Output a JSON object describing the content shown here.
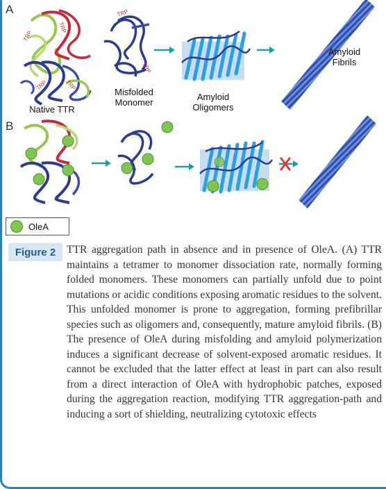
{
  "figure": {
    "panels": {
      "a": "A",
      "b": "B"
    },
    "labels": {
      "native_ttr": "Native TTR",
      "misfolded_line1": "Misfolded",
      "misfolded_line2": "Monomer",
      "oligomers_line1": "Amyloid",
      "oligomers_line2": "Oligomers",
      "fibrils_line1": "Amyloid",
      "fibrils_line2": "Fibrils"
    },
    "residue_tag": "TRP",
    "legend": {
      "text": "OleA"
    },
    "colors": {
      "protein_blue": "#2a3b96",
      "protein_red": "#c8283c",
      "protein_green": "#98c84a",
      "helix_cyan": "#2aa0e0",
      "arrow_teal": "#1aa0a8",
      "ole_green": "#7ec850",
      "blocked_red": "#e03a2a",
      "accent": "#2f7fb0"
    }
  },
  "caption": {
    "badge": "Figure 2",
    "text": "TTR aggregation path in absence and in presence of OleA. (A) TTR maintains a tetramer to monomer dissociation rate, normally forming folded monomers. These monomers can partially unfold due to point mutations or acidic conditions exposing aromatic residues to the solvent. This unfolded monomer is prone to aggregation, forming prefibrillar species such as oligomers and, consequently, mature amyloid fibrils. (B) The presence of OleA during misfolding and amyloid polymerization induces a significant decrease of solvent-exposed aromatic residues. It cannot be excluded that the latter effect at least in part can also result from a direct interaction of OleA with hydrophobic patches, exposed during the aggregation reaction, modifying TTR aggregation-path and inducing a sort of shielding, neutralizing cytotoxic effects"
  }
}
